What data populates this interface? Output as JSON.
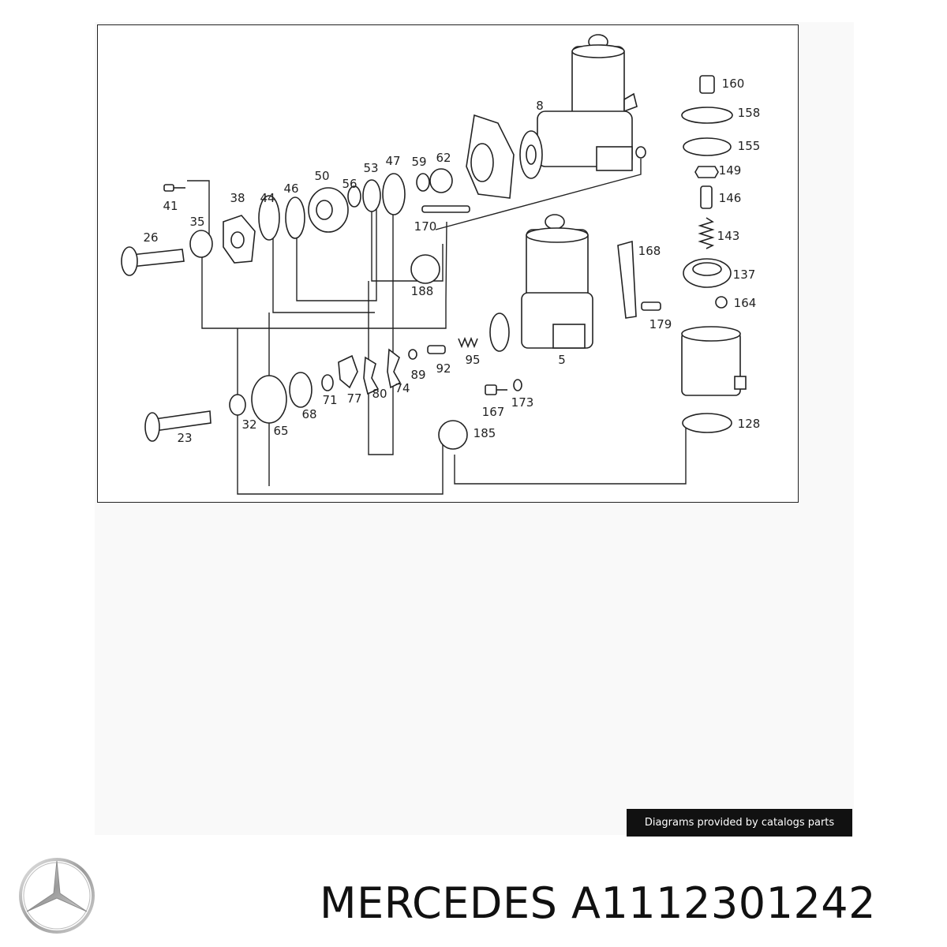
{
  "diagram": {
    "parts": [
      {
        "id": "41",
        "label": "41"
      },
      {
        "id": "38",
        "label": "38"
      },
      {
        "id": "44",
        "label": "44"
      },
      {
        "id": "46",
        "label": "46"
      },
      {
        "id": "50",
        "label": "50"
      },
      {
        "id": "56",
        "label": "56"
      },
      {
        "id": "53",
        "label": "53"
      },
      {
        "id": "47",
        "label": "47"
      },
      {
        "id": "59",
        "label": "59"
      },
      {
        "id": "62",
        "label": "62"
      },
      {
        "id": "8",
        "label": "8"
      },
      {
        "id": "35",
        "label": "35"
      },
      {
        "id": "26",
        "label": "26"
      },
      {
        "id": "170",
        "label": "170"
      },
      {
        "id": "188",
        "label": "188"
      },
      {
        "id": "160",
        "label": "160"
      },
      {
        "id": "158",
        "label": "158"
      },
      {
        "id": "155",
        "label": "155"
      },
      {
        "id": "149",
        "label": "149"
      },
      {
        "id": "146",
        "label": "146"
      },
      {
        "id": "143",
        "label": "143"
      },
      {
        "id": "168",
        "label": "168"
      },
      {
        "id": "137",
        "label": "137"
      },
      {
        "id": "164",
        "label": "164"
      },
      {
        "id": "179",
        "label": "179"
      },
      {
        "id": "89",
        "label": "89"
      },
      {
        "id": "92",
        "label": "92"
      },
      {
        "id": "95",
        "label": "95"
      },
      {
        "id": "5",
        "label": "5"
      },
      {
        "id": "71",
        "label": "71"
      },
      {
        "id": "77",
        "label": "77"
      },
      {
        "id": "80",
        "label": "80"
      },
      {
        "id": "74",
        "label": "74"
      },
      {
        "id": "68",
        "label": "68"
      },
      {
        "id": "167",
        "label": "167"
      },
      {
        "id": "173",
        "label": "173"
      },
      {
        "id": "32",
        "label": "32"
      },
      {
        "id": "65",
        "label": "65"
      },
      {
        "id": "23",
        "label": "23"
      },
      {
        "id": "185",
        "label": "185"
      },
      {
        "id": "128",
        "label": "128"
      }
    ]
  },
  "credit": "Diagrams provided by catalogs parts",
  "footer": {
    "brand": "MERCEDES",
    "part_number": "A1112301242",
    "title": "MERCEDES A1112301242",
    "logo_icon": "mercedes-star-icon"
  }
}
